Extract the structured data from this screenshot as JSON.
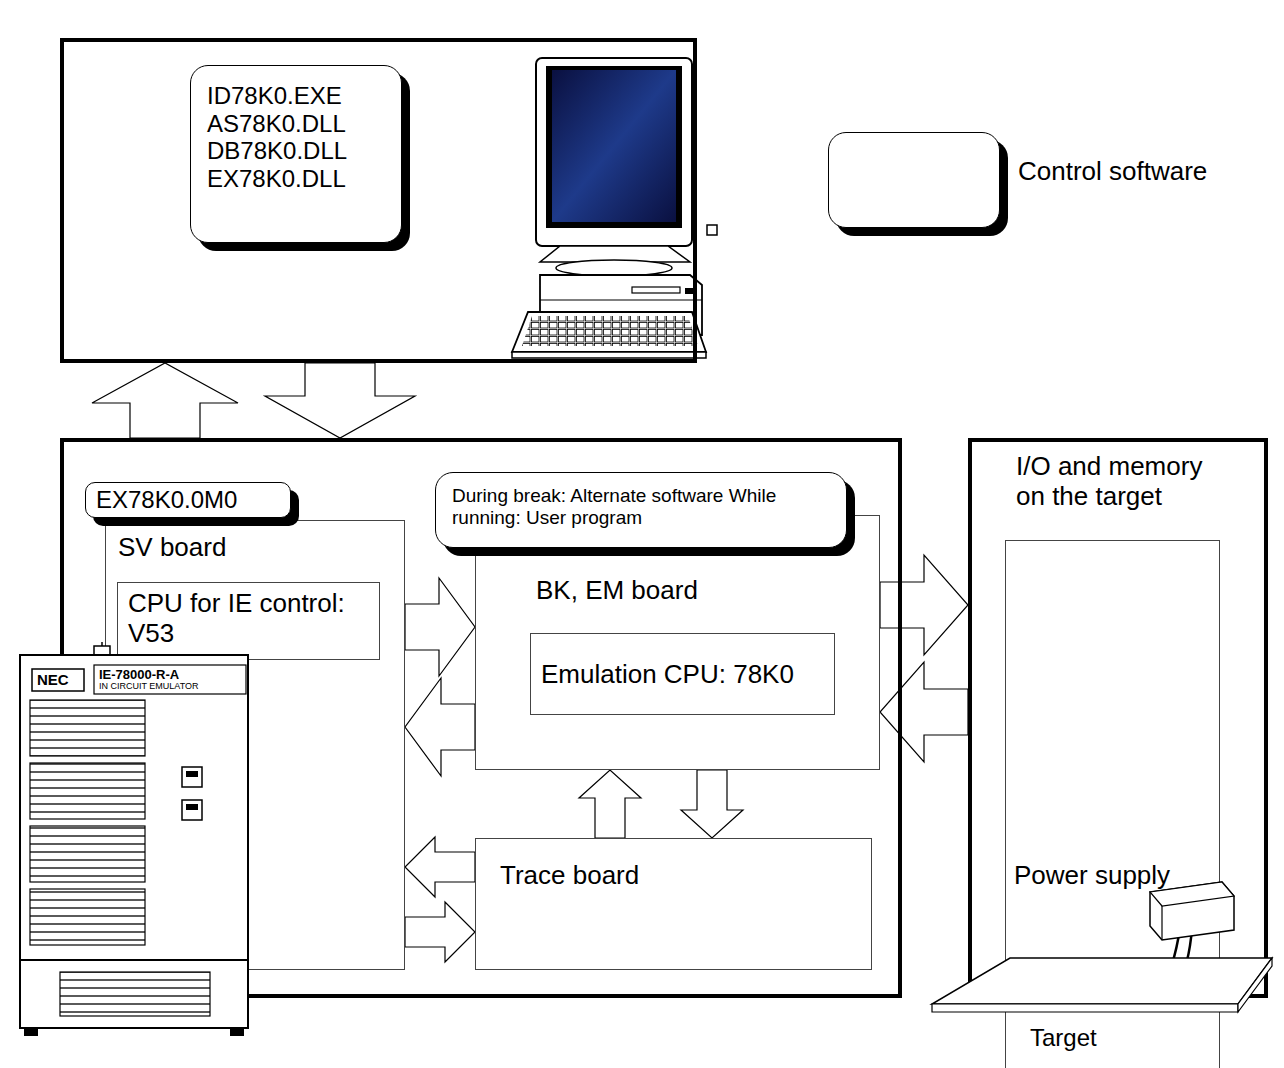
{
  "diagram": {
    "nodes": [
      {
        "text": []
      },
      {
        "text": [
          "ID78K0.EXE AS78K0.DLL DB78K0.DLL EX78K0.DLL"
        ],
        "in": 0
      },
      {
        "text": []
      },
      {
        "text": [
          "EX78K0.0M0"
        ],
        "in": 2
      },
      {
        "text": [
          "SV board"
        ],
        "in": 2
      },
      {
        "text": [
          "CPU for IE control: V53"
        ],
        "in": 4
      },
      {
        "text": [
          "During break: Alternate software While running: User program"
        ],
        "in": 2
      },
      {
        "text": [
          "BK, EM board"
        ],
        "in": 2
      },
      {
        "text": [
          "Emulation CPU: 78K0"
        ],
        "in": 7
      },
      {
        "text": [
          "Trace board"
        ],
        "in": 2
      },
      {
        "text": [
          "I/O and memory on the target"
        ]
      },
      {
        "text": [
          "Power supply"
        ],
        "in": 10
      }
    ],
    "edges": [
      {
        "from": 2,
        "to": 0,
        "arrow": "to"
      },
      {
        "from": 0,
        "to": 2,
        "arrow": "to"
      },
      {
        "from": 4,
        "to": 7,
        "arrow": "to"
      },
      {
        "from": 7,
        "to": 4,
        "arrow": "to"
      },
      {
        "from": 7,
        "to": 10,
        "arrow": "to"
      },
      {
        "from": 10,
        "to": 7,
        "arrow": "to"
      },
      {
        "from": 9,
        "to": 7,
        "arrow": "to"
      },
      {
        "from": 7,
        "to": 9,
        "arrow": "to"
      },
      {
        "from": 9,
        "to": 4,
        "arrow": "to"
      },
      {
        "from": 4,
        "to": 9,
        "arrow": "to"
      }
    ],
    "labels": [
      "NEC",
      "IE-78000-R-A",
      "IN CIRCUIT EMULATOR",
      "Target"
    ],
    "legend": [
      {
        "text": "Control software"
      }
    ]
  }
}
